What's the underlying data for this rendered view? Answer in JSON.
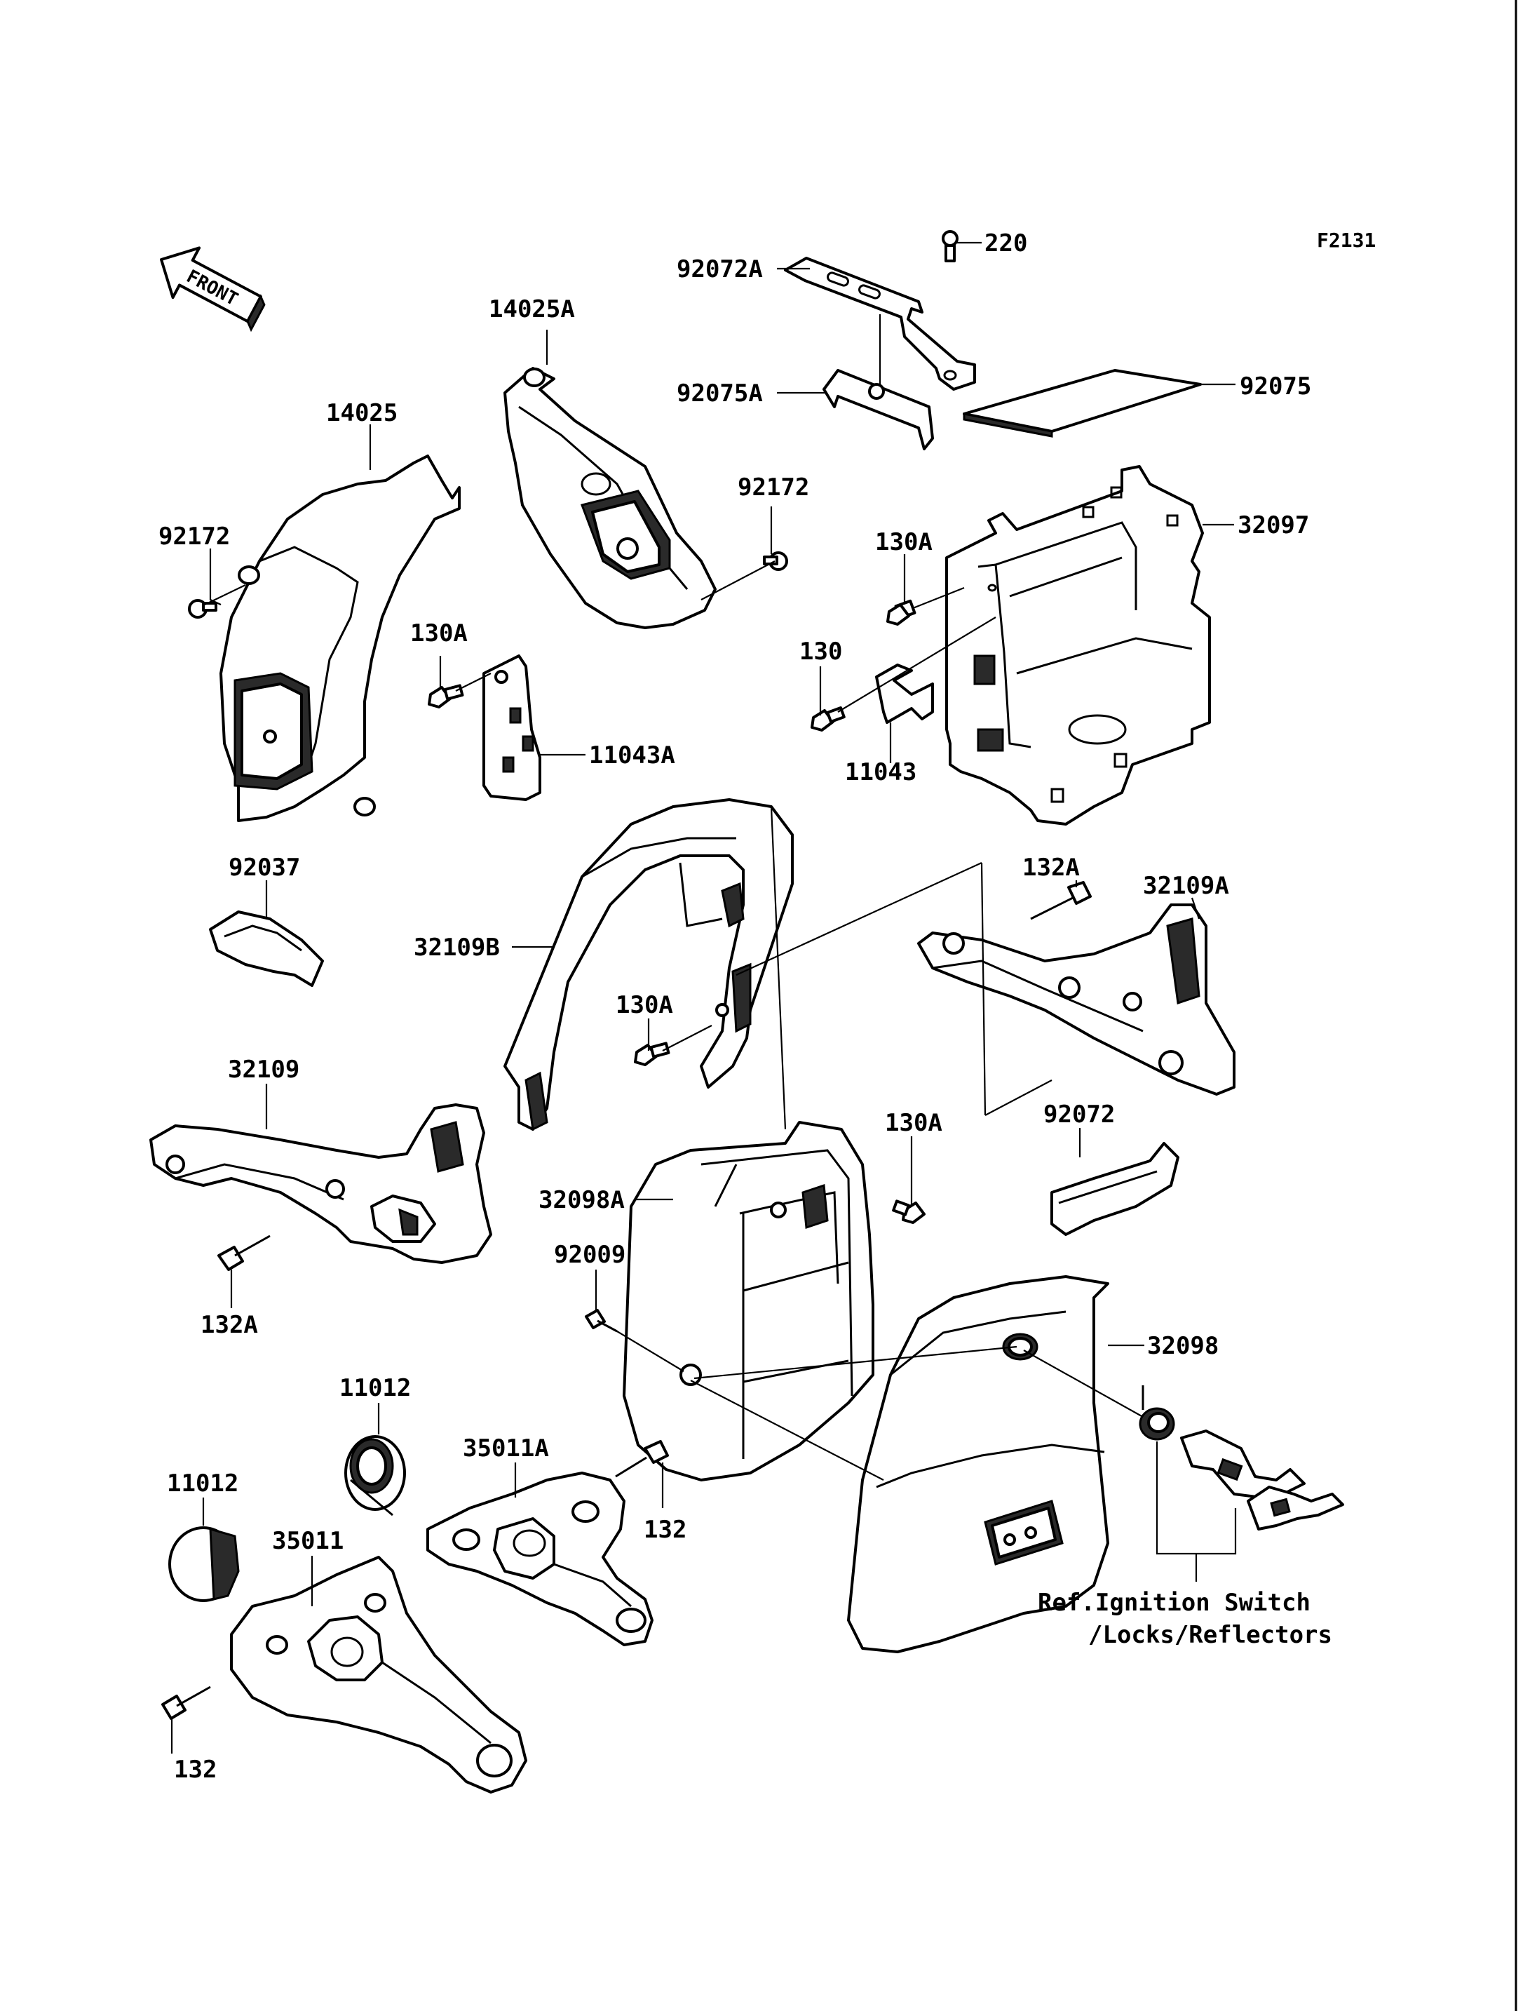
{
  "figure_code": "F2131",
  "direction_label": "FRONT",
  "reference_note": {
    "line1": "Ref.Ignition Switch",
    "line2": "/Locks/Reflectors"
  },
  "labels": {
    "l220": "220",
    "l92072A": "92072A",
    "l92075A": "92075A",
    "l92075": "92075",
    "l32097": "32097",
    "l14025A": "14025A",
    "l14025": "14025",
    "l92172_left": "92172",
    "l92172_right": "92172",
    "l130A_mid": "130A",
    "l11043A": "11043A",
    "l130A_box": "130A",
    "l130": "130",
    "l11043": "11043",
    "l92037": "92037",
    "l32109B": "32109B",
    "l130A_frame": "130A",
    "l132A_right": "132A",
    "l32109A": "32109A",
    "l32109": "32109",
    "l132A_left": "132A",
    "l92072": "92072",
    "l130A_cover": "130A",
    "l32098A": "32098A",
    "l92009": "92009",
    "l32098": "32098",
    "l11012_top": "11012",
    "l11012_left": "11012",
    "l35011A": "35011A",
    "l132_mid": "132",
    "l35011": "35011",
    "l132_bottom": "132"
  }
}
